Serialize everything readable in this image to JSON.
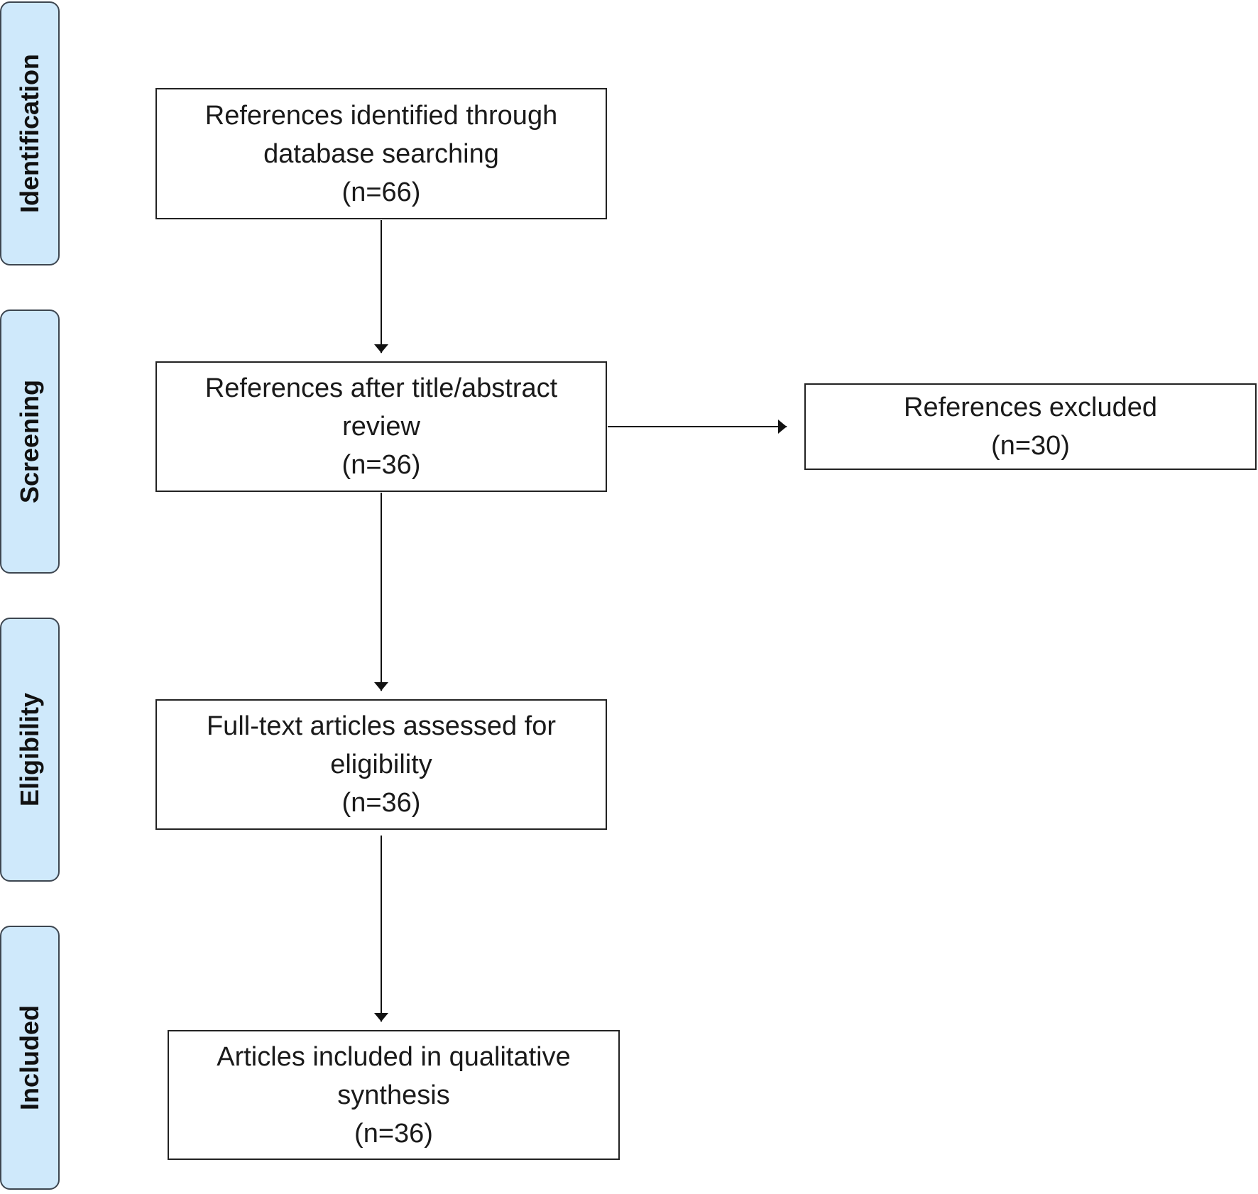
{
  "phases": {
    "identification": "Identification",
    "screening": "Screening",
    "eligibility": "Eligibility",
    "included": "Included"
  },
  "boxes": {
    "identified": {
      "line1": "References identified through",
      "line2": "database searching",
      "count": "(n=66)"
    },
    "screened": {
      "line1": "References after title/abstract",
      "line2": "review",
      "count": "(n=36)"
    },
    "excluded": {
      "line1": "References excluded",
      "count": "(n=30)"
    },
    "eligibility": {
      "line1": "Full-text articles assessed for",
      "line2": "eligibility",
      "count": "(n=36)"
    },
    "included": {
      "line1": "Articles included in qualitative",
      "line2": "synthesis",
      "count": "(n=36)"
    }
  }
}
